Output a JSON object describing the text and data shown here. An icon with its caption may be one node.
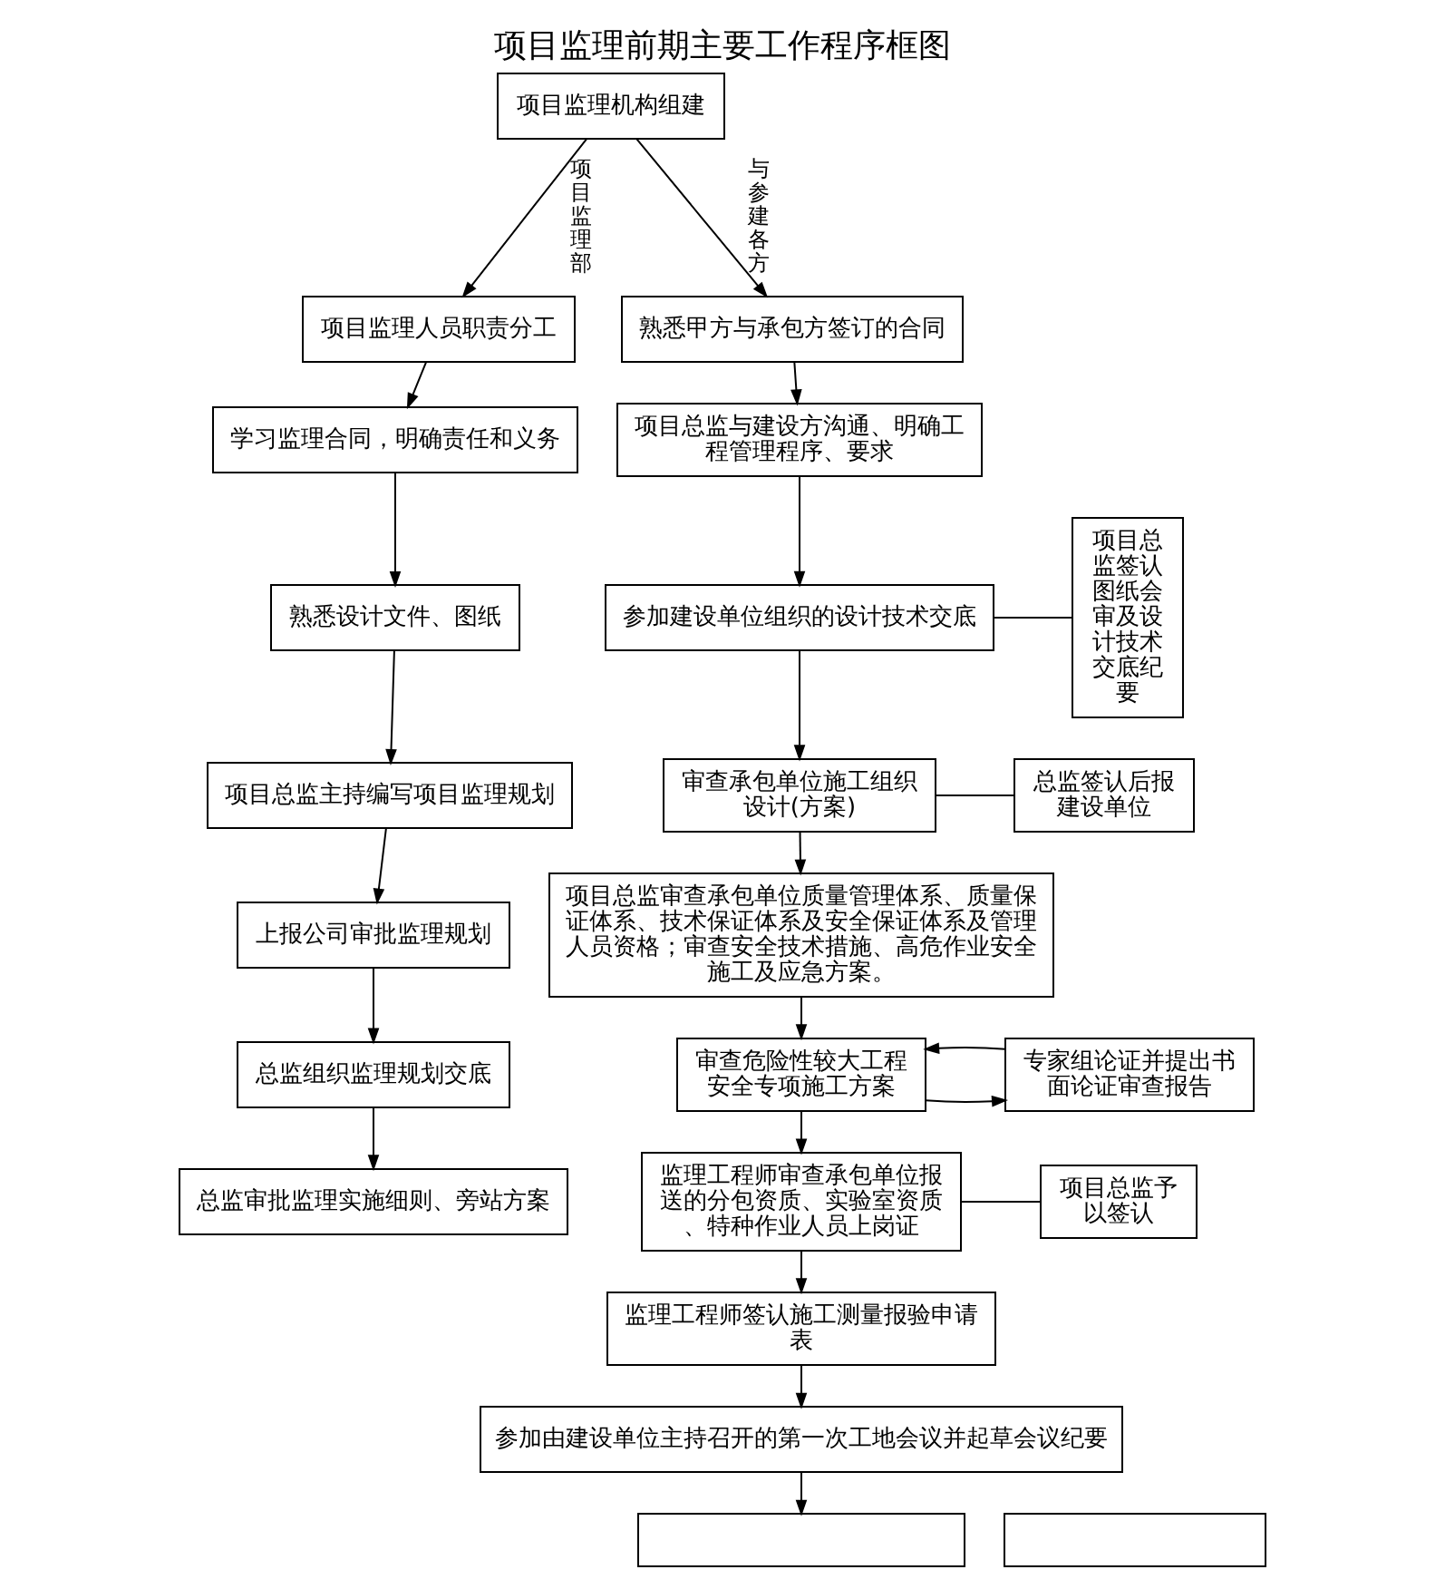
{
  "diagram": {
    "title": "项目监理前期主要工作程序框图",
    "nodes": [
      {
        "text": [
          "项目监理机构组建"
        ]
      },
      {
        "text": [
          "项目监理人员职责分工"
        ]
      },
      {
        "text": [
          "学习监理合同，明确责任和义务"
        ]
      },
      {
        "text": [
          "熟悉设计文件、图纸"
        ]
      },
      {
        "text": [
          "项目总监主持编写项目监理规划"
        ]
      },
      {
        "text": [
          "上报公司审批监理规划"
        ]
      },
      {
        "text": [
          "总监组织监理规划交底"
        ]
      },
      {
        "text": [
          "总监审批监理实施细则、旁站方案"
        ]
      },
      {
        "text": [
          "熟悉甲方与承包方签订的合同"
        ]
      },
      {
        "text": [
          "项目总监与建设方沟通、明确工程管理程序、要求"
        ]
      },
      {
        "text": [
          "参加建设单位组织的设计技术交底"
        ]
      },
      {
        "text": [
          "项目总监签认图纸会审及设计技术交底纪要"
        ]
      },
      {
        "text": [
          "审查承包单位施工组织设计(方案)"
        ]
      },
      {
        "text": [
          "总监签认后报建设单位"
        ]
      },
      {
        "text": [
          "项目总监审查承包单位质量管理体系、质量保证体系、技术保证体系及安全保证体系及管理人员资格；审查安全技术措施、高危作业安全施工及应急方案。"
        ]
      },
      {
        "text": [
          "审查危险性较大工程安全专项施工方案"
        ]
      },
      {
        "text": [
          "专家组论证并提出书面论证审查报告"
        ]
      },
      {
        "text": [
          "监理工程师审查承包单位报送的分包资质、实验室资质、特种作业人员上岗证"
        ]
      },
      {
        "text": [
          "项目总监予以签认"
        ]
      },
      {
        "text": [
          "监理工程师签认施工测量报验申请表"
        ]
      },
      {
        "text": [
          "参加由建设单位主持召开的第一次工地会议并起草会议纪要"
        ]
      },
      {
        "text": [],
        "shape": "box"
      },
      {
        "text": [],
        "shape": "box"
      }
    ],
    "edges": [
      {
        "from": 0,
        "to": 1,
        "arrow": "to",
        "label": "项目监理部"
      },
      {
        "from": 0,
        "to": 8,
        "arrow": "to",
        "label": "与参建各方"
      },
      {
        "from": 1,
        "to": 2,
        "arrow": "to"
      },
      {
        "from": 2,
        "to": 3,
        "arrow": "to"
      },
      {
        "from": 3,
        "to": 4,
        "arrow": "to"
      },
      {
        "from": 4,
        "to": 5,
        "arrow": "to"
      },
      {
        "from": 5,
        "to": 6,
        "arrow": "to"
      },
      {
        "from": 6,
        "to": 7,
        "arrow": "to"
      },
      {
        "from": 8,
        "to": 9,
        "arrow": "to"
      },
      {
        "from": 9,
        "to": 10,
        "arrow": "to"
      },
      {
        "from": 10,
        "to": 11,
        "arrow": "none"
      },
      {
        "from": 10,
        "to": 12,
        "arrow": "to"
      },
      {
        "from": 12,
        "to": 13,
        "arrow": "none"
      },
      {
        "from": 12,
        "to": 14,
        "arrow": "to"
      },
      {
        "from": 14,
        "to": 15,
        "arrow": "to"
      },
      {
        "from": 15,
        "to": 16,
        "arrow": "to"
      },
      {
        "from": 16,
        "to": 15,
        "arrow": "to"
      },
      {
        "from": 15,
        "to": 17,
        "arrow": "to"
      },
      {
        "from": 17,
        "to": 18,
        "arrow": "none"
      },
      {
        "from": 17,
        "to": 19,
        "arrow": "to"
      },
      {
        "from": 19,
        "to": 20,
        "arrow": "to"
      },
      {
        "from": 20,
        "to": 21,
        "arrow": "to"
      }
    ]
  }
}
